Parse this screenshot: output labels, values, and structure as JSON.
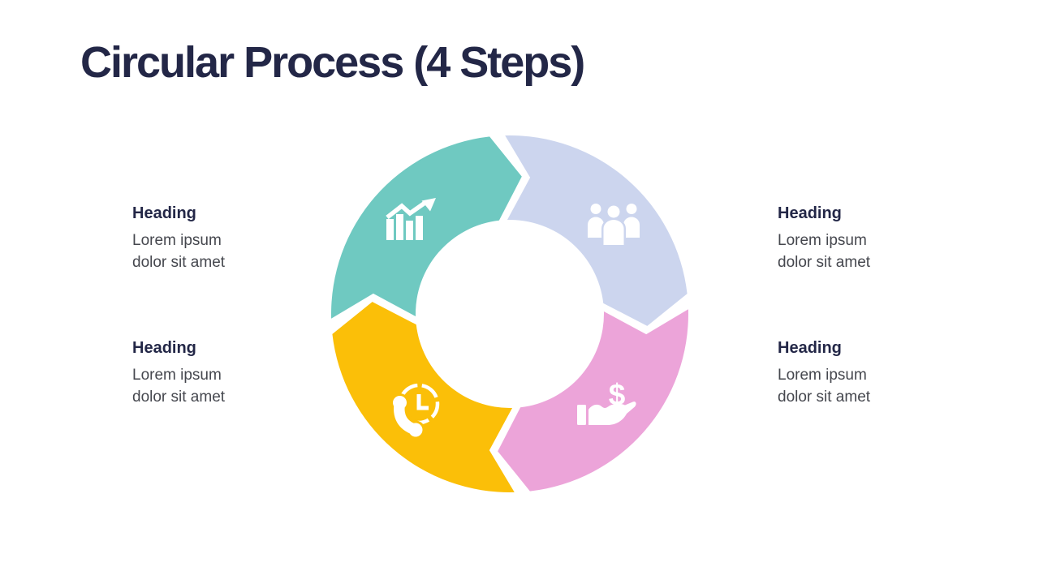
{
  "slide": {
    "title": "Circular Process (4 Steps)"
  },
  "theme": {
    "background": "#ffffff",
    "title_color": "#232747",
    "heading_color": "#232747",
    "body_color": "#45474E",
    "icon_color": "#ffffff"
  },
  "steps": [
    {
      "id": "step-1",
      "position": "top-left",
      "heading": "Heading",
      "body": "Lorem ipsum dolor sit amet",
      "color": "#6FC9C1",
      "icon": "growth-chart-icon"
    },
    {
      "id": "step-2",
      "position": "top-right",
      "heading": "Heading",
      "body": "Lorem ipsum dolor sit amet",
      "color": "#CCD5EE",
      "icon": "team-icon"
    },
    {
      "id": "step-3",
      "position": "bottom-right",
      "heading": "Heading",
      "body": "Lorem ipsum dolor sit amet",
      "color": "#ECA4D9",
      "icon": "money-hand-icon"
    },
    {
      "id": "step-4",
      "position": "bottom-left",
      "heading": "Heading",
      "body": "Lorem ipsum dolor sit amet",
      "color": "#FBBF08",
      "icon": "phone-clock-icon"
    }
  ],
  "diagram": {
    "type": "circular-process",
    "segments": 4,
    "direction": "clockwise",
    "hole_fill": "#ffffff"
  }
}
